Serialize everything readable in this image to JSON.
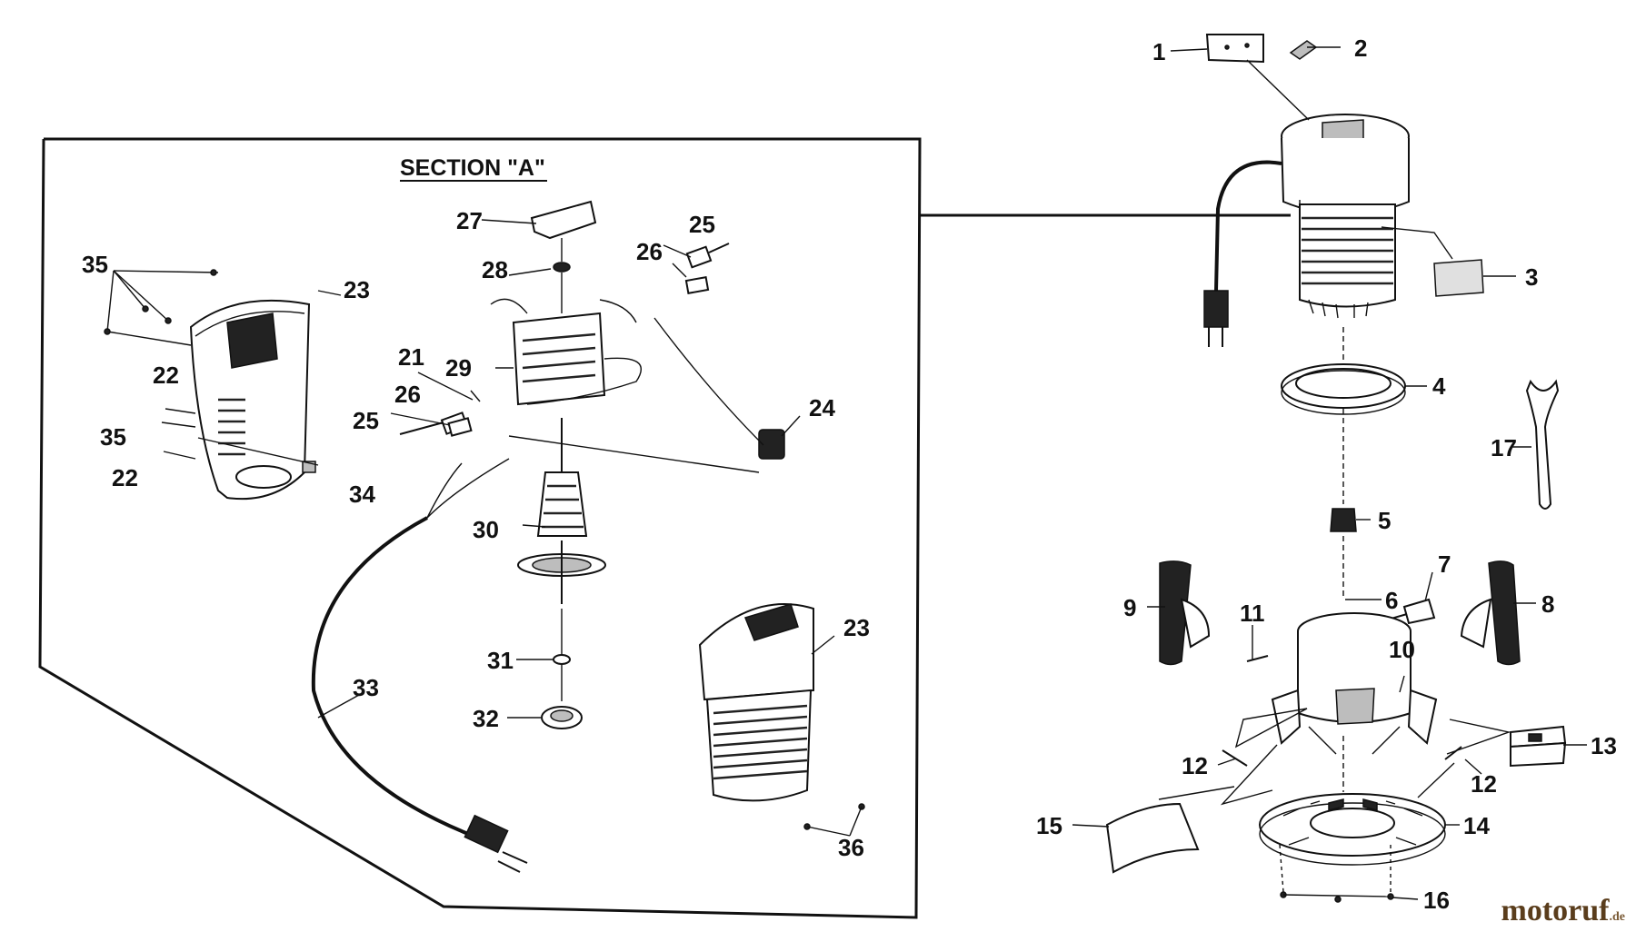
{
  "section_title": "SECTION \"A\"",
  "watermark": {
    "brand": "motoruf",
    "tld": ".de"
  },
  "part_labels": [
    "1",
    "2",
    "3",
    "4",
    "5",
    "6",
    "7",
    "8",
    "9",
    "10",
    "11",
    "12",
    "12",
    "13",
    "14",
    "15",
    "16",
    "17",
    "21",
    "22",
    "22",
    "23",
    "23",
    "24",
    "25",
    "25",
    "26",
    "26",
    "27",
    "28",
    "29",
    "30",
    "31",
    "32",
    "33",
    "34",
    "35",
    "35",
    "36"
  ]
}
